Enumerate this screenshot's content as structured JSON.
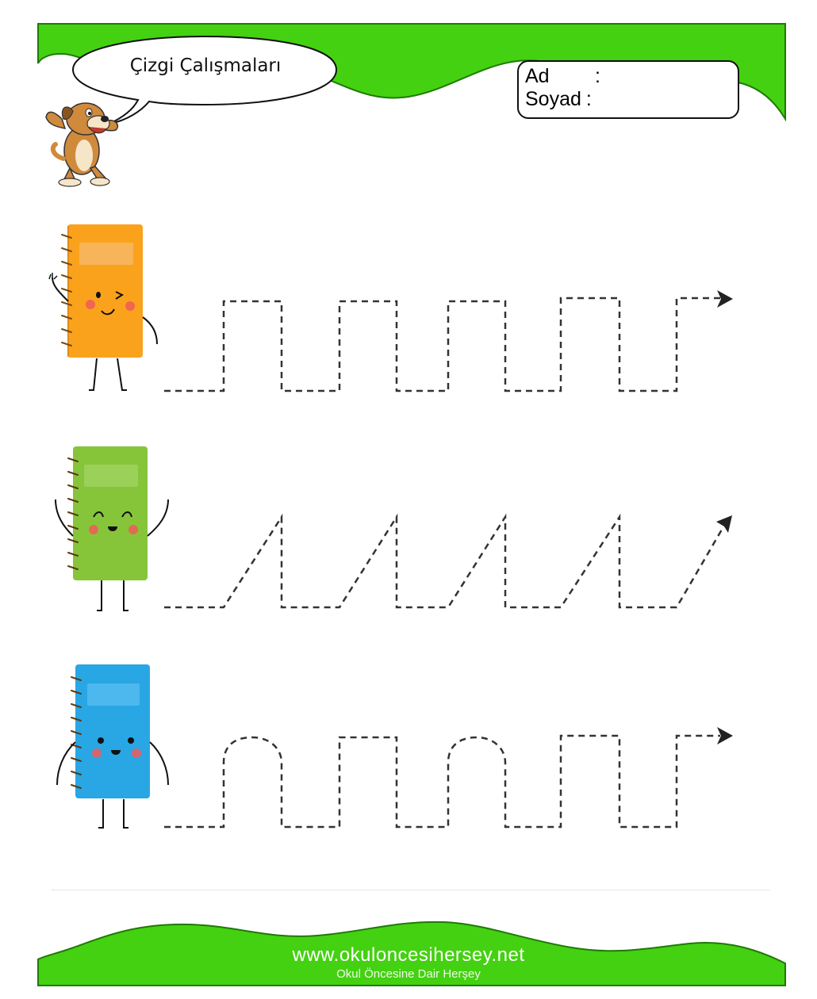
{
  "header": {
    "title": "Çizgi Çalışmaları",
    "name_label": "Ad",
    "name_colon": ":",
    "surname_label": "Soyad",
    "surname_colon": ":"
  },
  "colors": {
    "wave_green": "#44d111",
    "orange_notebook": "#fba21d",
    "green_notebook": "#86c53a",
    "blue_notebook": "#29a6e4",
    "cheek": "#f05a5a",
    "trace_line": "#333333"
  },
  "mascots": [
    {
      "kind": "orange-notebook",
      "expression": "wink"
    },
    {
      "kind": "green-notebook",
      "expression": "happy-eyes"
    },
    {
      "kind": "blue-notebook",
      "expression": "surprised"
    }
  ],
  "icons": [
    "dog-mascot-icon",
    "speech-bubble-icon",
    "arrow-head-icon"
  ],
  "footer": {
    "url": "www.okuloncesihersey.net",
    "tagline": "Okul Öncesine Dair Herşey"
  }
}
